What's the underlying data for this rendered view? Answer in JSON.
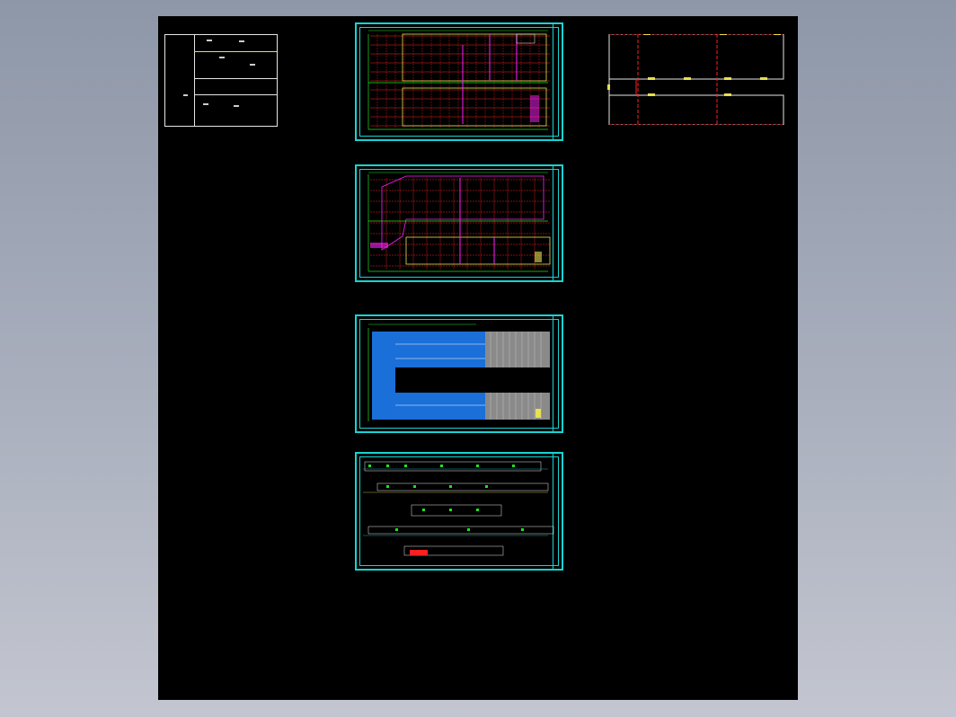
{
  "viewer": {
    "background_color": "#000000",
    "frame_color": "#19d3d3"
  },
  "drawings": [
    {
      "id": "index-sheet",
      "kind": "cover index"
    },
    {
      "id": "plan-1",
      "kind": "floor plan"
    },
    {
      "id": "plan-2",
      "kind": "floor plan"
    },
    {
      "id": "roof-plan",
      "kind": "roof plan"
    },
    {
      "id": "elevations",
      "kind": "elevations and sections"
    },
    {
      "id": "site-outline",
      "kind": "outline plan"
    }
  ],
  "colors": {
    "grid_red": "#ff2020",
    "axis_green": "#20e020",
    "magenta": "#ff20ff",
    "yellow": "#e8e050",
    "roof_blue": "#1a6fd8",
    "roof_grey": "#8a8a8a"
  }
}
